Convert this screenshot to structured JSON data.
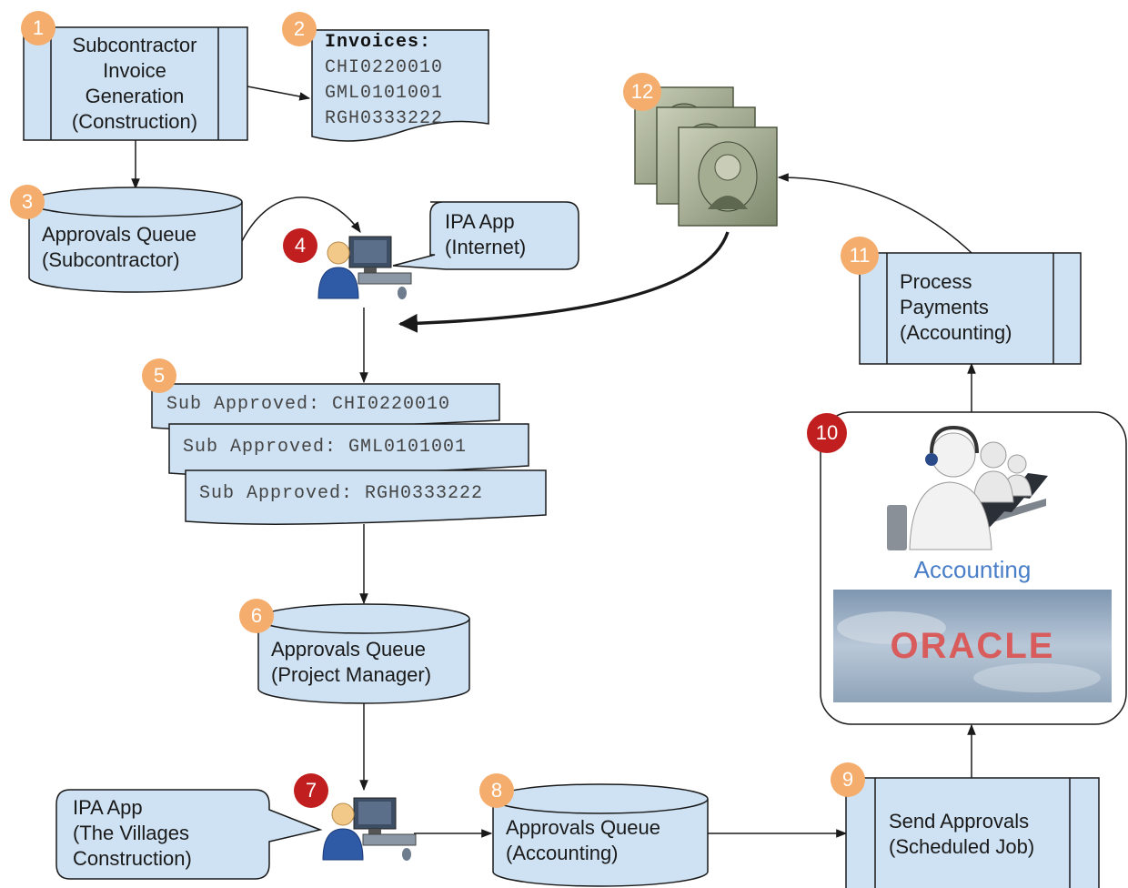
{
  "colors": {
    "box_fill": "#cfe2f3",
    "stroke": "#1a1a1a",
    "badge_orange": "#f4ad6c",
    "badge_red": "#c11f1f",
    "accounting_text": "#4a7fc8",
    "oracle_red": "#d85c5c"
  },
  "steps": {
    "s1": {
      "badge": "1",
      "lines": [
        "Subcontractor",
        "Invoice",
        "Generation",
        "(Construction)"
      ]
    },
    "s2": {
      "badge": "2",
      "title": "Invoices:",
      "lines": [
        "CHI0220010",
        "GML0101001",
        "RGH0333222"
      ]
    },
    "s3": {
      "badge": "3",
      "lines": [
        "Approvals Queue",
        "(Subcontractor)"
      ]
    },
    "s4": {
      "badge": "4",
      "callout": [
        "IPA App",
        "(Internet)"
      ],
      "icon": "computer-user-icon"
    },
    "s5": {
      "badge": "5",
      "docs": [
        "Sub Approved: CHI0220010",
        "Sub Approved: GML0101001",
        "Sub Approved: RGH0333222"
      ]
    },
    "s6": {
      "badge": "6",
      "lines": [
        "Approvals Queue",
        "(Project Manager)"
      ]
    },
    "s7": {
      "badge": "7",
      "callout": [
        "IPA App",
        "(The Villages",
        "Construction)"
      ],
      "icon": "computer-user-icon"
    },
    "s8": {
      "badge": "8",
      "lines": [
        "Approvals Queue",
        "(Accounting)"
      ]
    },
    "s9": {
      "badge": "9",
      "lines": [
        "Send Approvals",
        "(Scheduled Job)"
      ]
    },
    "s10": {
      "badge": "10",
      "label": "Accounting",
      "logo": "ORACLE",
      "icon": "call-center-agents-icon"
    },
    "s11": {
      "badge": "11",
      "lines": [
        "Process",
        "Payments",
        "(Accounting)"
      ]
    },
    "s12": {
      "badge": "12",
      "icon": "dollar-bills-icon"
    }
  }
}
